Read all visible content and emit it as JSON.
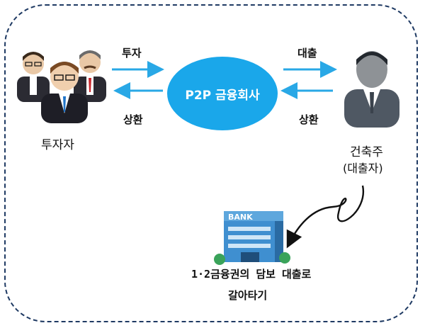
{
  "nodes": {
    "hub": "P2P 금융회사",
    "investors": "투자자",
    "builder_line1": "건축주",
    "builder_line2": "(대출자)",
    "bank_sign": "BANK",
    "refinance_line1": "1·2금융권의 담보 대출로",
    "refinance_line2": "갈아타기"
  },
  "edges": {
    "invest": "투자",
    "loan": "대출",
    "repay_left": "상환",
    "repay_right": "상환"
  },
  "colors": {
    "frame": "#1f3a63",
    "hub": "#1aa7ea",
    "arrow": "#29a8e6"
  }
}
